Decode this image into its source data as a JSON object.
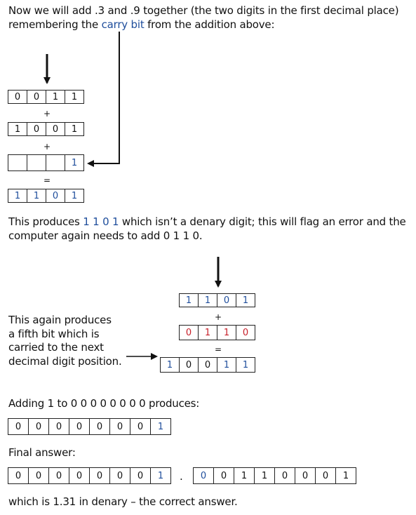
{
  "intro": {
    "line1": "Now we will add .3 and .9 together (the two digits in the first decimal place)",
    "line2_a": "remembering the ",
    "line2_link": "carry bit",
    "line2_b": " from the addition above:"
  },
  "addition1": {
    "row_a": [
      "0",
      "0",
      "1",
      "1"
    ],
    "op1": "+",
    "row_b": [
      "1",
      "0",
      "0",
      "1"
    ],
    "op2": "+",
    "row_carry": [
      "",
      "",
      "",
      "1"
    ],
    "eq": "=",
    "row_result": [
      "1",
      "1",
      "0",
      "1"
    ]
  },
  "produces": {
    "a": "This produces ",
    "highlight": "1 1 0 1",
    "b": " which isn’t a denary digit; this will flag an error and the",
    "line2": "computer again needs to add 0 1 1 0."
  },
  "addition2": {
    "row_a": [
      "1",
      "1",
      "0",
      "1"
    ],
    "op1": "+",
    "row_b": [
      "0",
      "1",
      "1",
      "0"
    ],
    "eq": "=",
    "row_result": [
      "1",
      "0",
      "0",
      "1",
      "1"
    ]
  },
  "side_note": [
    "This again produces",
    "a fifth bit which is",
    "carried to the next",
    "decimal digit position."
  ],
  "adding": {
    "text": "Adding 1 to 0 0 0 0 0 0 0 0 produces:",
    "row": [
      "0",
      "0",
      "0",
      "0",
      "0",
      "0",
      "0",
      "1"
    ]
  },
  "final": {
    "label": "Final answer:",
    "integer_part": [
      "0",
      "0",
      "0",
      "0",
      "0",
      "0",
      "0",
      "1"
    ],
    "point": ".",
    "fraction_part": [
      "0",
      "0",
      "1",
      "1",
      "0",
      "0",
      "0",
      "1"
    ],
    "conclusion": "which is 1.31 in denary – the correct answer."
  },
  "colors": {
    "blue": "#1f4e9c",
    "red": "#c8202a"
  }
}
